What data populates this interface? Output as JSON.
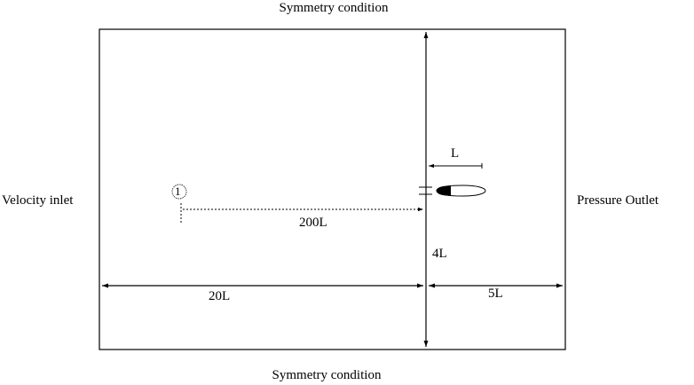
{
  "boundaries": {
    "top": "Symmetry condition",
    "bottom": "Symmetry condition",
    "left": "Velocity inlet",
    "right": "Pressure Outlet"
  },
  "dimensions": {
    "chord": "L",
    "upstream_distance": "200L",
    "half_height": "4L",
    "inlet_length": "20L",
    "outlet_length": "5L"
  },
  "marker": {
    "label": "1"
  },
  "colors": {
    "line": "#000000",
    "background": "#ffffff"
  }
}
